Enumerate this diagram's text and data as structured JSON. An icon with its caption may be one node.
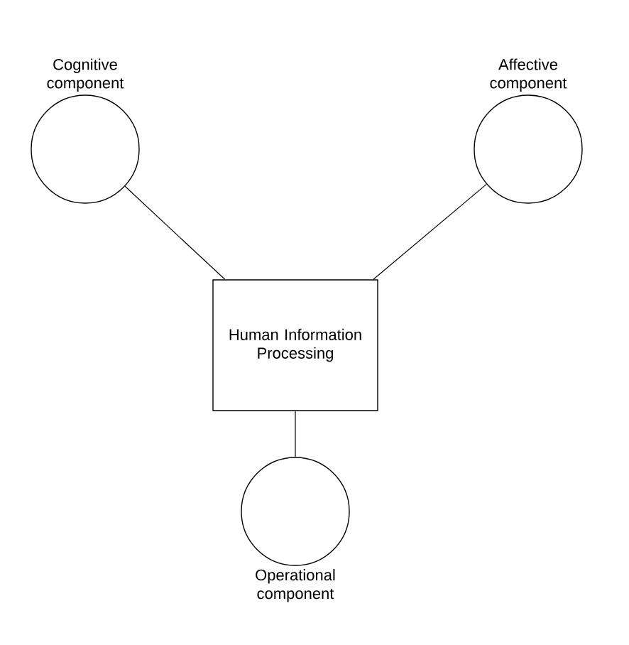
{
  "diagram": {
    "nodes": [
      {
        "text": [
          "Cognitive component"
        ]
      },
      {
        "text": [
          "Affective component"
        ]
      },
      {
        "text": [
          "Human Information Processing"
        ]
      },
      {
        "text": [
          "Operational component"
        ]
      }
    ],
    "edges": [
      {
        "from": 0,
        "to": 2,
        "arrow": "none"
      },
      {
        "from": 1,
        "to": 2,
        "arrow": "none"
      },
      {
        "from": 2,
        "to": 3,
        "arrow": "none"
      }
    ]
  }
}
